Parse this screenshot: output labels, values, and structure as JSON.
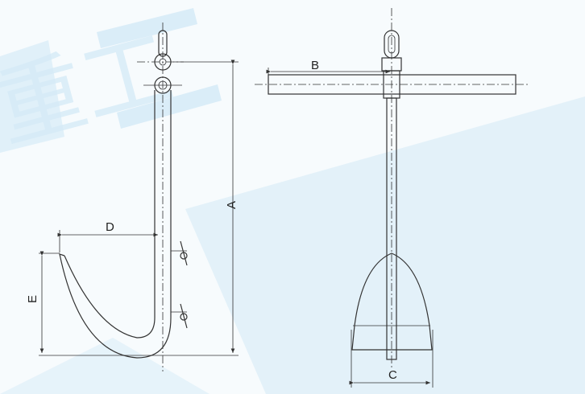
{
  "watermark": "重工",
  "labels": {
    "A": "A",
    "B": "B",
    "C": "C",
    "D": "D",
    "E": "E"
  },
  "colors": {
    "line": "#333333",
    "watermark": "#d6ebf7"
  }
}
